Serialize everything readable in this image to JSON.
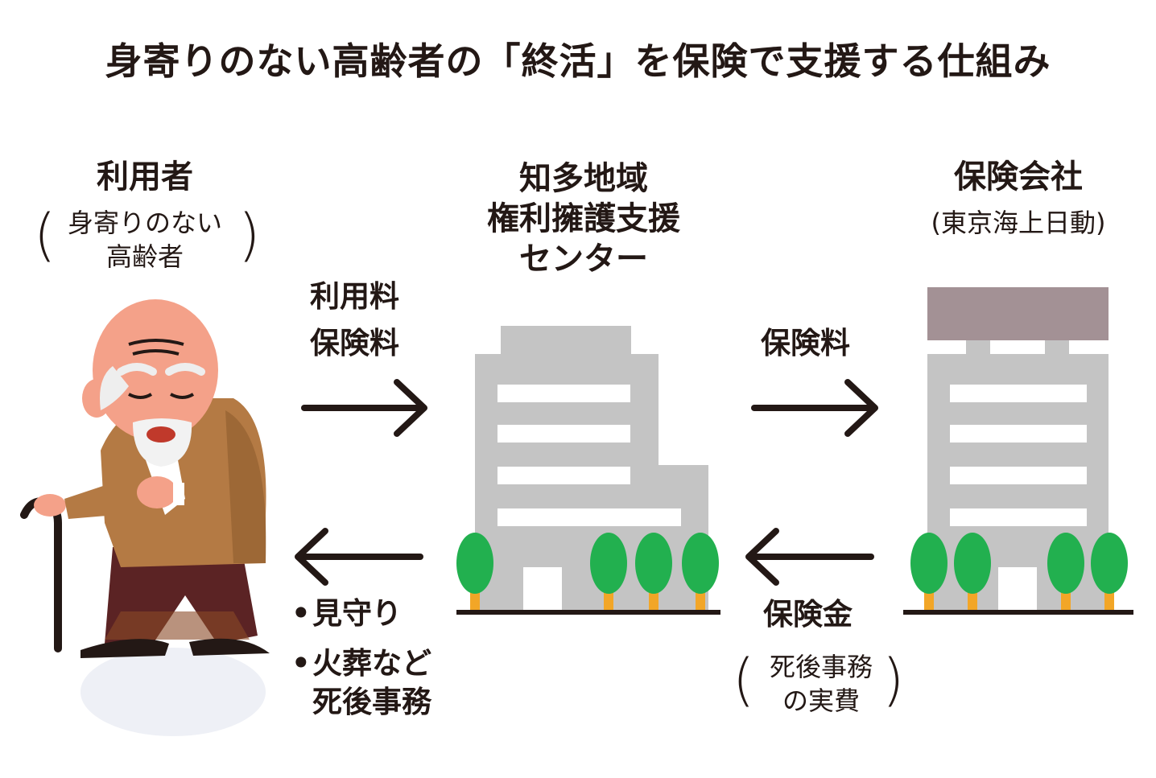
{
  "title": "身寄りのない高齢者の「終活」を保険で支援する仕組み",
  "user": {
    "label": "利用者",
    "note_line1": "身寄りのない",
    "note_line2": "高齢者",
    "paren_open": "(",
    "paren_close": ")"
  },
  "center": {
    "line1": "知多地域",
    "line2": "権利擁護支援",
    "line3": "センター"
  },
  "insurer": {
    "label": "保険会社",
    "note": "(東京海上日動)"
  },
  "flow_to_center": {
    "line1": "利用料",
    "line2": "保険料"
  },
  "flow_to_insurer": {
    "label": "保険料"
  },
  "services": {
    "bullet": "•",
    "item1": "見守り",
    "item2_line1": "火葬など",
    "item2_line2": "死後事務"
  },
  "payout": {
    "label": "保険金",
    "note_line1": "死後事務",
    "note_line2": "の実費",
    "paren_open": "(",
    "paren_close": ")"
  },
  "colors": {
    "text": "#231815",
    "building": "#c4c4c4",
    "window": "#ffffff",
    "roof_sign": "#a39195",
    "tree": "#22b04f",
    "trunk": "#f2a627",
    "jacket": "#b47a44",
    "skin": "#f4a189",
    "pants": "#5b2324"
  }
}
